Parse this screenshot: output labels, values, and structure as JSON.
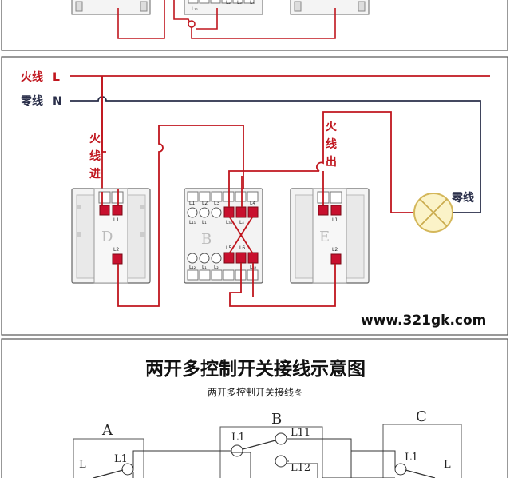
{
  "top_panel": {
    "top_left_switch": {
      "terminals": []
    },
    "top_middle_switch": {
      "terminals": [
        "L₁₁",
        "L₂",
        "L₃",
        "L₄"
      ]
    },
    "top_right_switch": {
      "terminals": []
    }
  },
  "middle_panel": {
    "live_wire_label": "火线",
    "live_wire_letter": "L",
    "neutral_wire_label": "零线",
    "neutral_wire_letter": "N",
    "live_in_label": [
      "火",
      "线",
      "进"
    ],
    "live_out_label": [
      "火",
      "线",
      "出"
    ],
    "lamp_neutral_label": "零线",
    "switch_d": {
      "letter": "D",
      "terminals": [
        "L1",
        "L2"
      ]
    },
    "switch_b": {
      "letter": "B",
      "top_terminals": [
        "L1",
        "L2",
        "L3",
        "L4"
      ],
      "top_sub_labels": [
        "L₁₁",
        "L₁",
        "L₃₁",
        "L₄"
      ],
      "bottom_terminals": [
        "L5",
        "L6"
      ],
      "bottom_sub_labels": [
        "L₁₂",
        "L₁",
        "L₂",
        "L₄₂"
      ]
    },
    "switch_e": {
      "letter": "E",
      "terminals": [
        "L1",
        "L2"
      ]
    },
    "website": "www.321gk.com"
  },
  "bottom_panel": {
    "title": "两开多控制开关接线示意图",
    "subtitle": "两开多控制开关接线图",
    "switch_a": {
      "letter": "A",
      "labels": [
        "L",
        "L1"
      ]
    },
    "switch_b": {
      "letter": "B",
      "labels": [
        "L1",
        "L11",
        "L12"
      ]
    },
    "switch_c": {
      "letter": "C",
      "labels": [
        "L1",
        "L"
      ]
    }
  },
  "colors": {
    "live_wire": "#c0161e",
    "neutral_wire": "#2a2f4a",
    "terminal_red": "#c8102e",
    "frame": "#666666"
  }
}
